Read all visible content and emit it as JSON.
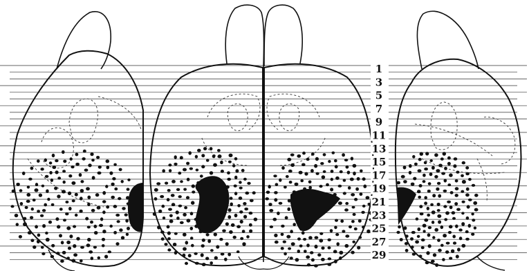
{
  "figure": {
    "section_labels": [
      "1",
      "3",
      "5",
      "7",
      "9",
      "11",
      "13",
      "15",
      "17",
      "19",
      "21",
      "23",
      "25",
      "27",
      "29"
    ],
    "colors": {
      "ink": "#111111",
      "paper": "#ffffff"
    },
    "views": [
      {
        "name": "left-lateral-view",
        "lesion": "solid-black",
        "degeneration": "stippled-dots"
      },
      {
        "name": "dorsal-view",
        "lesion": "solid-black",
        "degeneration": "stippled-dots"
      },
      {
        "name": "right-lateral-view",
        "lesion": "solid-black",
        "degeneration": "stippled-dots"
      }
    ]
  }
}
